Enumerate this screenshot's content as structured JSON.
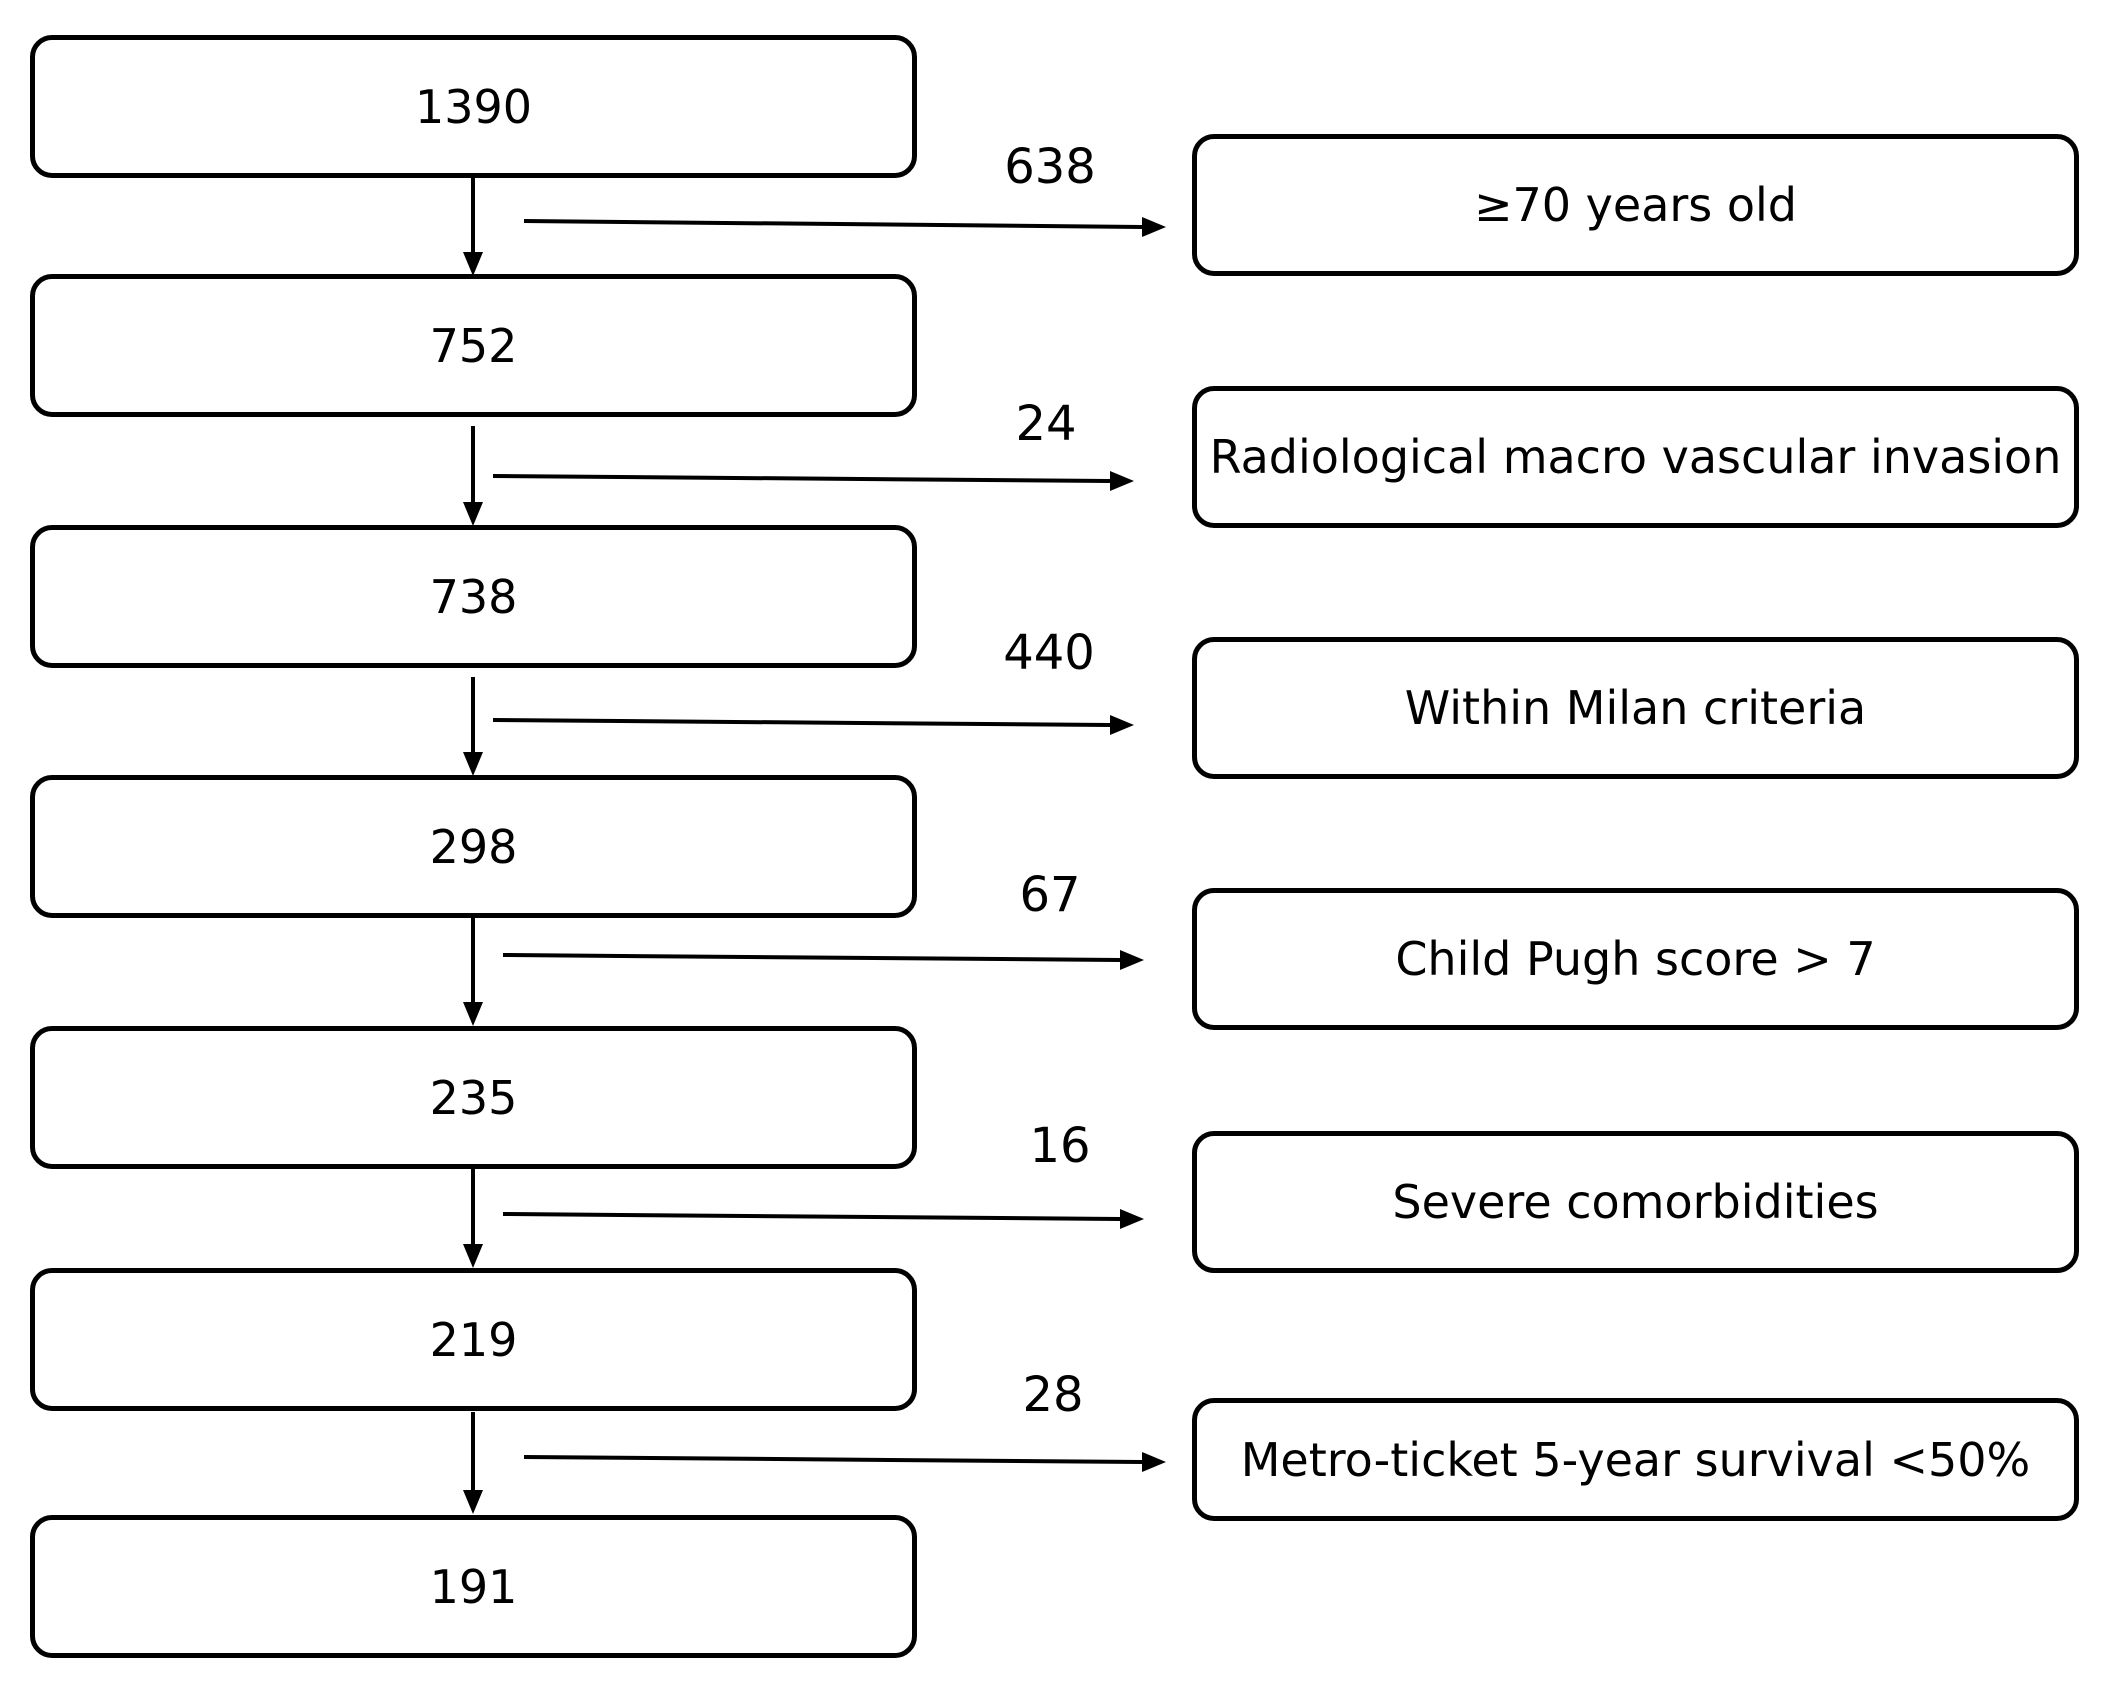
{
  "stages": [
    {
      "count": "1390"
    },
    {
      "count": "752"
    },
    {
      "count": "738"
    },
    {
      "count": "298"
    },
    {
      "count": "235"
    },
    {
      "count": "219"
    },
    {
      "count": "191"
    }
  ],
  "exclusions": [
    {
      "count": "638",
      "reason": "≥70 years old"
    },
    {
      "count": "24",
      "reason": "Radiological macro vascular invasion"
    },
    {
      "count": "440",
      "reason": "Within Milan criteria"
    },
    {
      "count": "67",
      "reason": "Child Pugh score > 7"
    },
    {
      "count": "16",
      "reason": "Severe comorbidities"
    },
    {
      "count": "28",
      "reason": "Metro-ticket 5-year survival <50%"
    }
  ]
}
